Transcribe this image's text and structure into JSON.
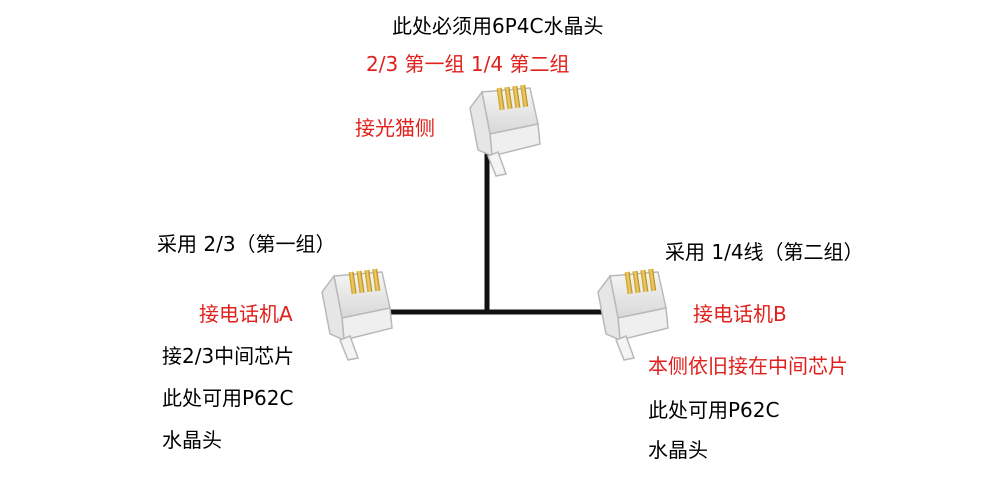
{
  "colors": {
    "highlight": "#e0201c",
    "text": "#000000",
    "cable": "#111111"
  },
  "top": {
    "note": "此处必须用6P4C水晶头",
    "pair_info": "2/3 第一组  1/4 第二组",
    "label": "接光猫侧"
  },
  "left": {
    "usage": "采用 2/3（第一组）",
    "label": "接电话机A",
    "line1": "接2/3中间芯片",
    "line2": "此处可用P62C",
    "line3": "水晶头"
  },
  "right": {
    "usage": "采用 1/4线（第二组）",
    "label": "接电话机B",
    "line1": "本侧依旧接在中间芯片",
    "line2": "此处可用P62C",
    "line3": "水晶头"
  },
  "icons": [
    "rj-connector-icon"
  ]
}
